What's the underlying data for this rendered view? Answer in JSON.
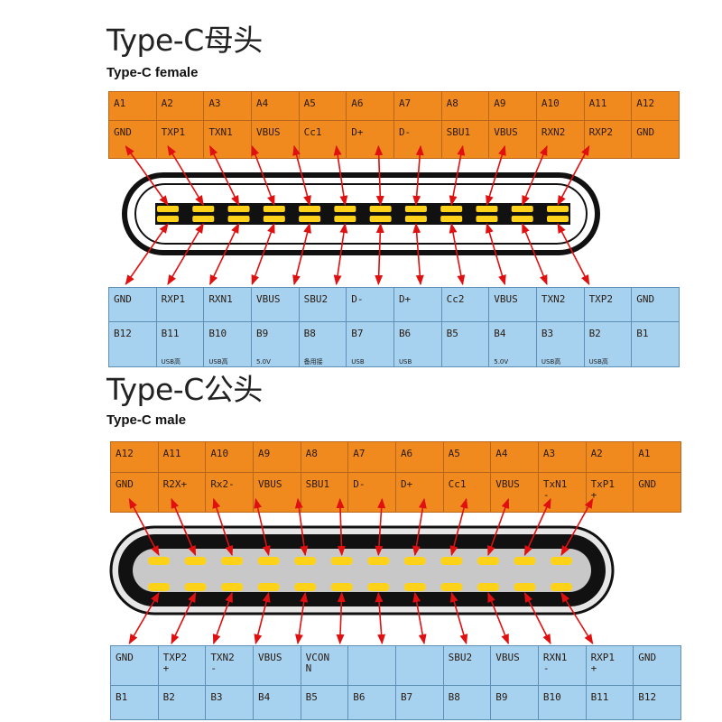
{
  "female": {
    "title": "Type-C母头",
    "subtitle": "Type-C female",
    "top_ids": [
      "A1",
      "A2",
      "A3",
      "A4",
      "A5",
      "A6",
      "A7",
      "A8",
      "A9",
      "A10",
      "A11",
      "A12"
    ],
    "top_names": [
      "GND",
      "TXP1",
      "TXN1",
      "VBUS",
      "Cc1",
      "D+",
      "D-",
      "SBU1",
      "VBUS",
      "RXN2",
      "RXP2",
      "GND"
    ],
    "bottom_names": [
      "GND",
      "RXP1",
      "RXN1",
      "VBUS",
      "SBU2",
      "D-",
      "D+",
      "Cc2",
      "VBUS",
      "TXN2",
      "TXP2",
      "GND"
    ],
    "bottom_ids": [
      "B12",
      "B11",
      "B10",
      "B9",
      "B8",
      "B7",
      "B6",
      "B5",
      "B4",
      "B3",
      "B2",
      "B1"
    ],
    "bottom_notes": [
      "",
      "USB高",
      "USB高",
      "5.0V",
      "备用接",
      "USB",
      "USB",
      "",
      "5.0V",
      "USB高",
      "USB高",
      ""
    ]
  },
  "male": {
    "title": "Type-C公头",
    "subtitle": "Type-C male",
    "top_ids": [
      "A12",
      "A11",
      "A10",
      "A9",
      "A8",
      "A7",
      "A6",
      "A5",
      "A4",
      "A3",
      "A2",
      "A1"
    ],
    "top_names": [
      "GND",
      "R2X+",
      "Rx2-",
      "VBUS",
      "SBU1",
      "D-",
      "D+",
      "Cc1",
      "VBUS",
      "TxN1\n-",
      "TxP1\n+",
      "GND"
    ],
    "bottom_names": [
      "GND",
      "TXP2\n+",
      "TXN2\n-",
      "VBUS",
      "VCON\nN",
      "",
      "",
      "SBU2",
      "VBUS",
      "RXN1\n-",
      "RXP1\n+",
      "GND"
    ],
    "bottom_ids": [
      "B1",
      "B2",
      "B3",
      "B4",
      "B5",
      "B6",
      "B7",
      "B8",
      "B9",
      "B10",
      "B11",
      "B12"
    ]
  },
  "colors": {
    "top_row": "#f08a1e",
    "bottom_row": "#a6d2f0",
    "arrow": "#e01010",
    "pin": "#ffd21a",
    "shell": "#111111",
    "male_inner": "#c8c8c8"
  }
}
